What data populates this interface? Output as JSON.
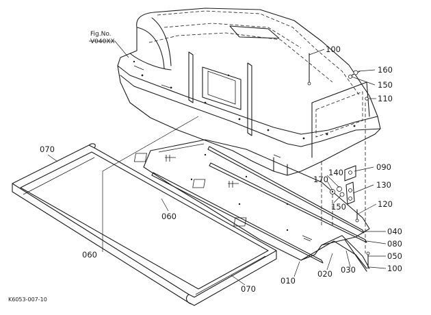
{
  "figure_ref": {
    "line1": "Fig.No.",
    "line2": "V040XX"
  },
  "drawing_code": "K6053-007-10",
  "callouts": {
    "c100a": "100",
    "c160": "160",
    "c150a": "150",
    "c110": "110",
    "c090": "090",
    "c140": "140",
    "c170": "170",
    "c130": "130",
    "c150b": "150",
    "c120": "120",
    "c040": "040",
    "c080": "080",
    "c050": "050",
    "c100b": "100",
    "c010": "010",
    "c020": "020",
    "c030": "030",
    "c070a": "070",
    "c070b": "070",
    "c060a": "060",
    "c060b": "060"
  }
}
